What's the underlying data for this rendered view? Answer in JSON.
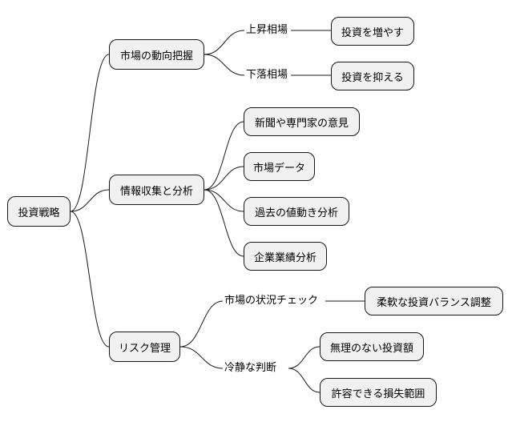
{
  "root": "投資戦略",
  "market": {
    "label": "市場の動向把握",
    "rising": "上昇相場",
    "increase": "投資を増やす",
    "falling": "下落相場",
    "restrain": "投資を抑える"
  },
  "info": {
    "label": "情報収集と分析",
    "items": [
      "新聞や専門家の意見",
      "市場データ",
      "過去の値動き分析",
      "企業業績分析"
    ]
  },
  "risk": {
    "label": "リスク管理",
    "check": "市場の状況チェック",
    "balance": "柔軟な投資バランス調整",
    "judgement": "冷静な判断",
    "reasonable": "無理のない投資額",
    "tolerable": "許容できる損失範囲"
  }
}
